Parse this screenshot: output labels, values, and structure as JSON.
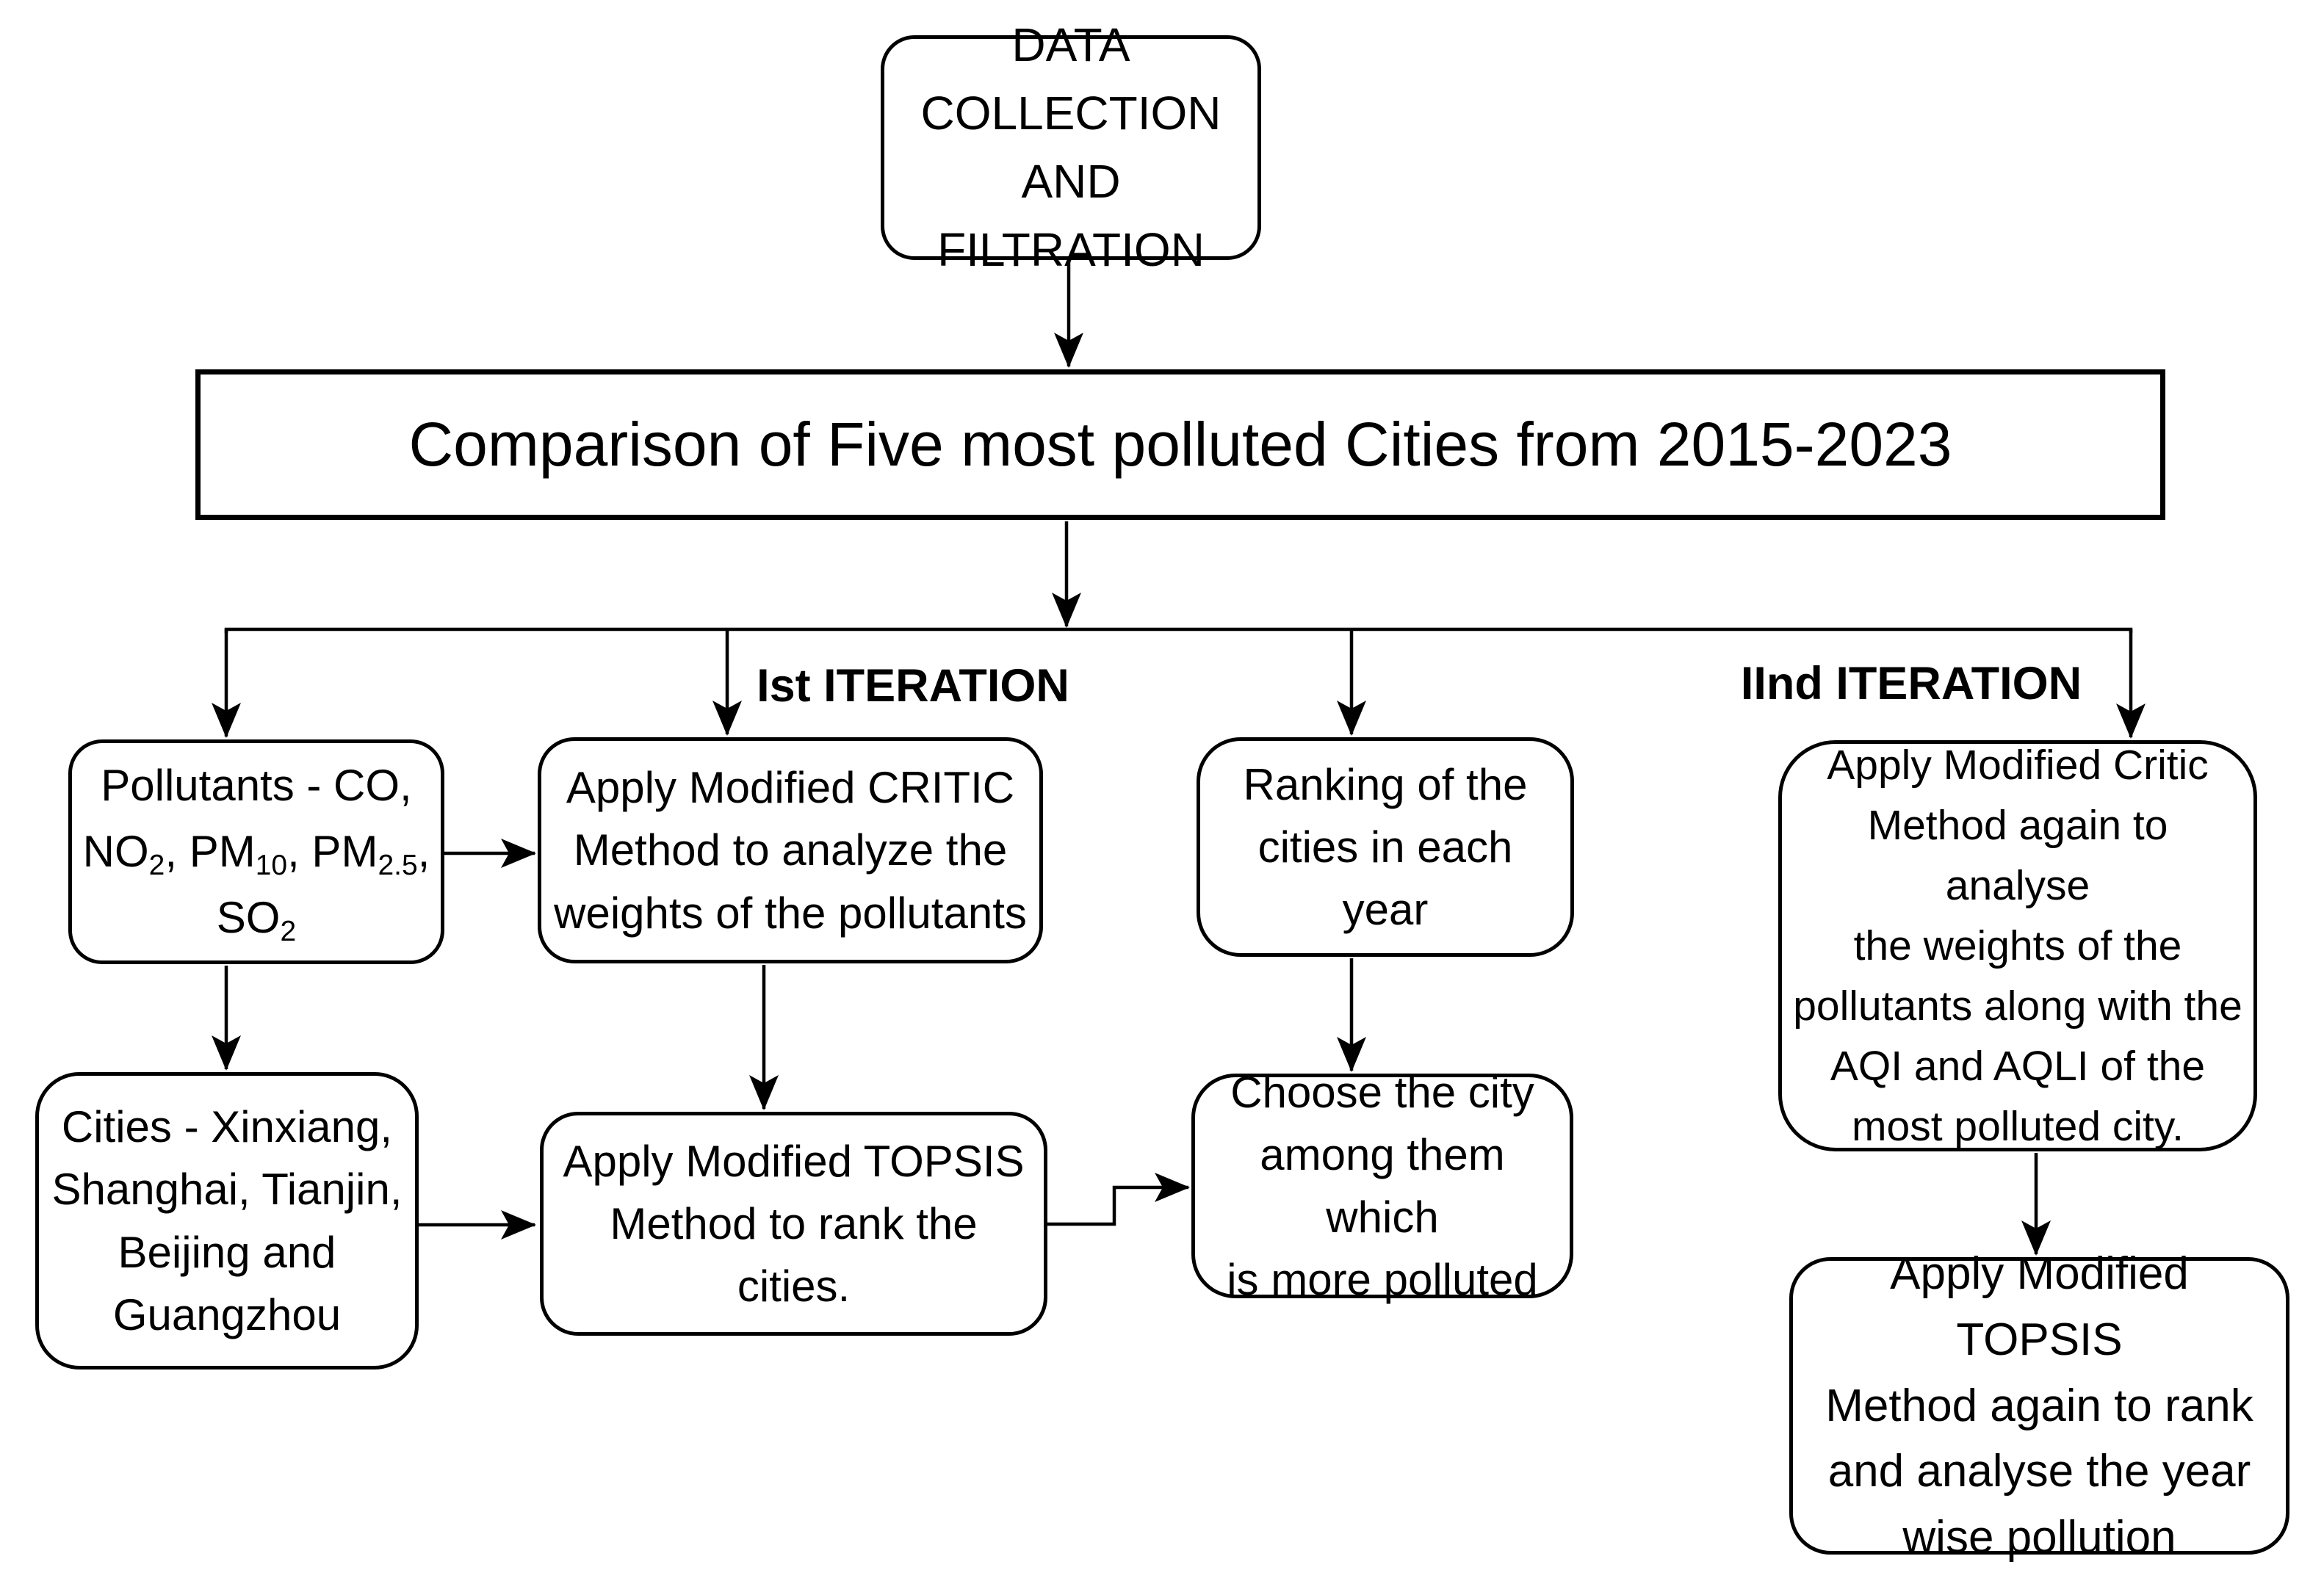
{
  "diagram": {
    "colors": {
      "stroke": "#000000",
      "background": "#ffffff"
    },
    "nodes": {
      "data_collection": {
        "text": "DATA\nCOLLECTION\nAND FILTRATION"
      },
      "comparison": {
        "text": "Comparison of Five most polluted Cities from 2015-2023"
      },
      "pollutants": {
        "rich": [
          [
            {
              "t": "Pollutants - CO,"
            }
          ],
          [
            {
              "t": "NO"
            },
            {
              "s": "2"
            },
            {
              "t": ", PM"
            },
            {
              "s": "10"
            },
            {
              "t": ", PM"
            },
            {
              "s": "2.5"
            },
            {
              "t": ","
            }
          ],
          [
            {
              "t": "SO"
            },
            {
              "s": "2"
            }
          ]
        ]
      },
      "critic_1": {
        "text": "Apply Modified CRITIC\nMethod to analyze the\nweights of the pollutants"
      },
      "ranking": {
        "text": "Ranking of the\ncities in each year"
      },
      "critic_2": {
        "text": "Apply Modified Critic\nMethod again to analyse\nthe weights of the\npollutants along with the\nAQI and AQLI of the\nmost polluted city."
      },
      "cities": {
        "text": "Cities - Xinxiang,\nShanghai, Tianjin,\nBeijing and\nGuangzhou"
      },
      "topsis_1": {
        "text": "Apply Modified TOPSIS\nMethod to rank the cities."
      },
      "choose_city": {
        "text": "Choose the city\namong them which\nis more polluted"
      },
      "topsis_2": {
        "text": "Apply Modified TOPSIS\nMethod again to rank\nand analyse the year\nwise pollution"
      }
    },
    "labels": {
      "iteration_1": "Ist ITERATION",
      "iteration_2": "IInd ITERATION"
    }
  }
}
